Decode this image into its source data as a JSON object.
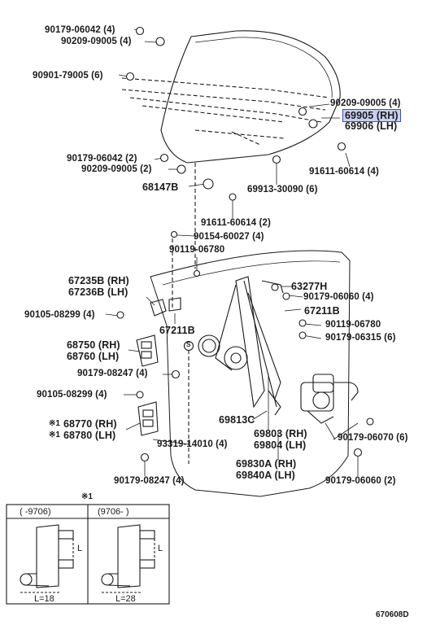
{
  "labels": {
    "l01": "90179-06042 (4)",
    "l02": "90209-09005 (4)",
    "l03": "90901-79005 (6)",
    "l04": "90209-09005 (4)",
    "l05": "69905 (RH)",
    "l06": "69906 (LH)",
    "l07": "90179-06042 (2)",
    "l08": "90209-09005 (2)",
    "l09": "91611-60614 (4)",
    "l10": "68147B",
    "l11": "69913-30090 (6)",
    "l12": "91611-60614 (2)",
    "l13": "90154-60027 (4)",
    "l14": "90119-06780",
    "l15": "67235B (RH)",
    "l16": "67236B (LH)",
    "l17": "63277H",
    "l18": "90179-06060 (4)",
    "l19": "90105-08299 (4)",
    "l20": "67211B",
    "l21": "67211B",
    "l22": "90119-06780",
    "l23": "90179-06315 (6)",
    "l24": "68750 (RH)",
    "l25": "68760 (LH)",
    "l26": "90179-08247 (4)",
    "l27": "90105-08299 (4)",
    "l28": "68770 (RH)",
    "l29": "68780 (LH)",
    "l30": "69813C",
    "l31": "69803 (RH)",
    "l32": "69804 (LH)",
    "l33": "93319-14010 (4)",
    "l34": "90179-06070 (6)",
    "l35": "69830A (RH)",
    "l36": "69840A (LH)",
    "l37": "90179-08247 (4)",
    "l38": "90179-06060 (2)"
  },
  "marks": {
    "star1": "※1",
    "star2": "※1",
    "circled_s": "S"
  },
  "inset": {
    "title": "※1",
    "left_header": "(      -9706)",
    "right_header": "(9706-      )",
    "left_caption": "L=18",
    "right_caption": "L=28",
    "dim_label": "L"
  },
  "diagram_ref": "670608D",
  "colors": {
    "highlight_fill": "#c9cff0",
    "highlight_border": "#3b4fb0",
    "line": "#1a1a1a"
  }
}
